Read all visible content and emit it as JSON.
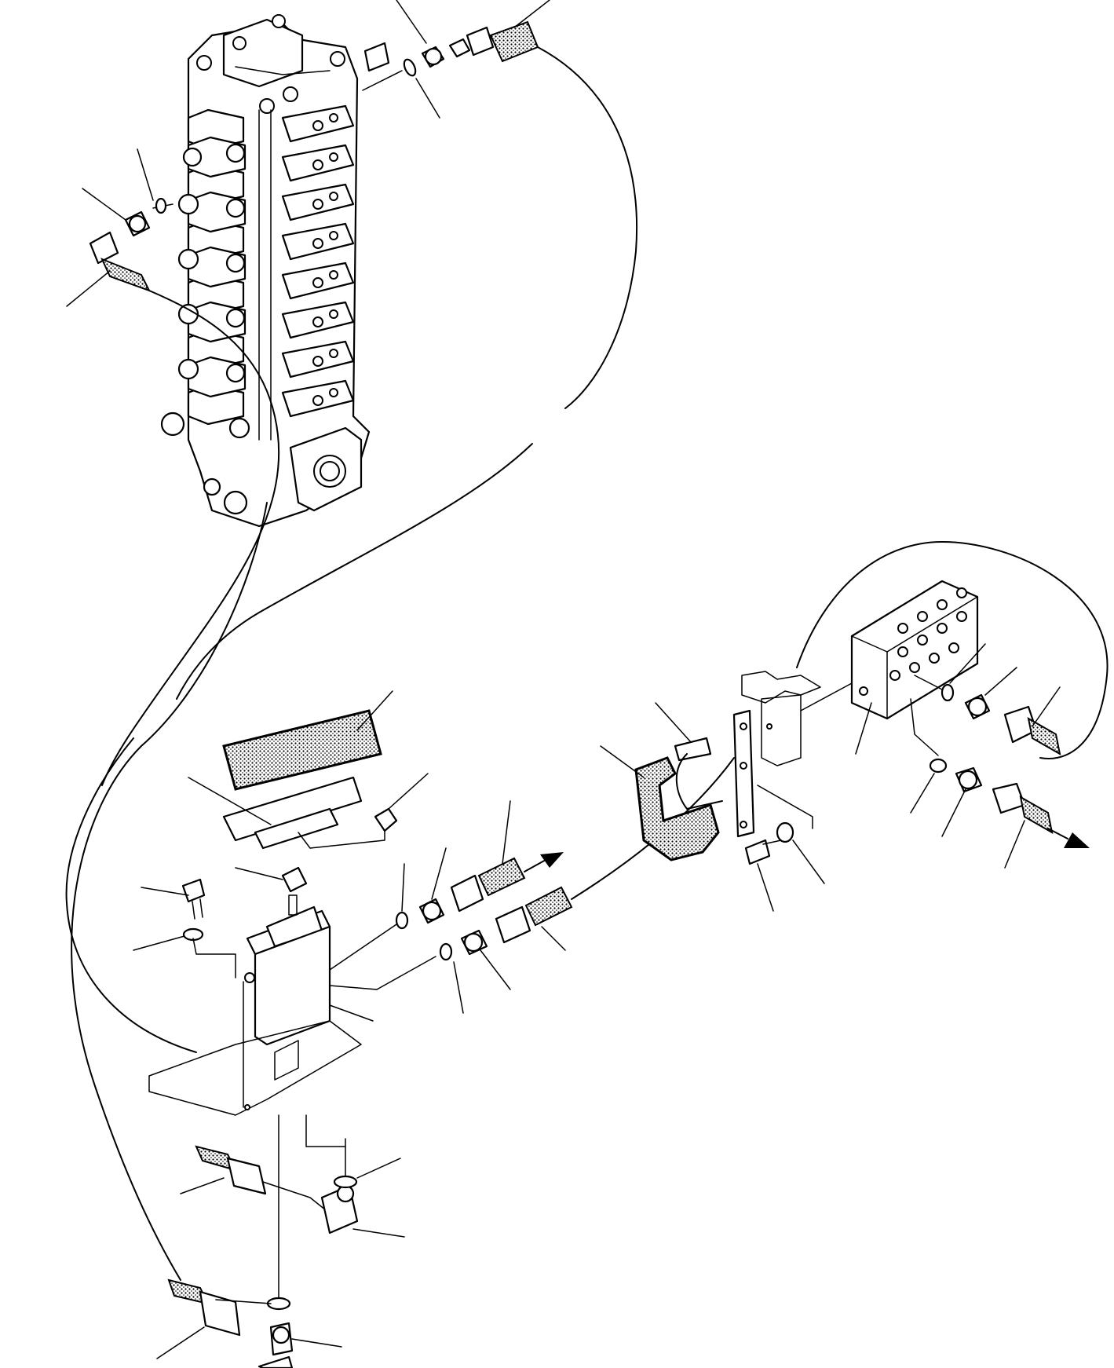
{
  "diagram": {
    "kind": "exploded parts drawing",
    "colors": {
      "line": "#000000",
      "background": "#ffffff"
    },
    "arrows": {
      "inlet": "arrow-in",
      "outlet": "arrow-out"
    }
  }
}
